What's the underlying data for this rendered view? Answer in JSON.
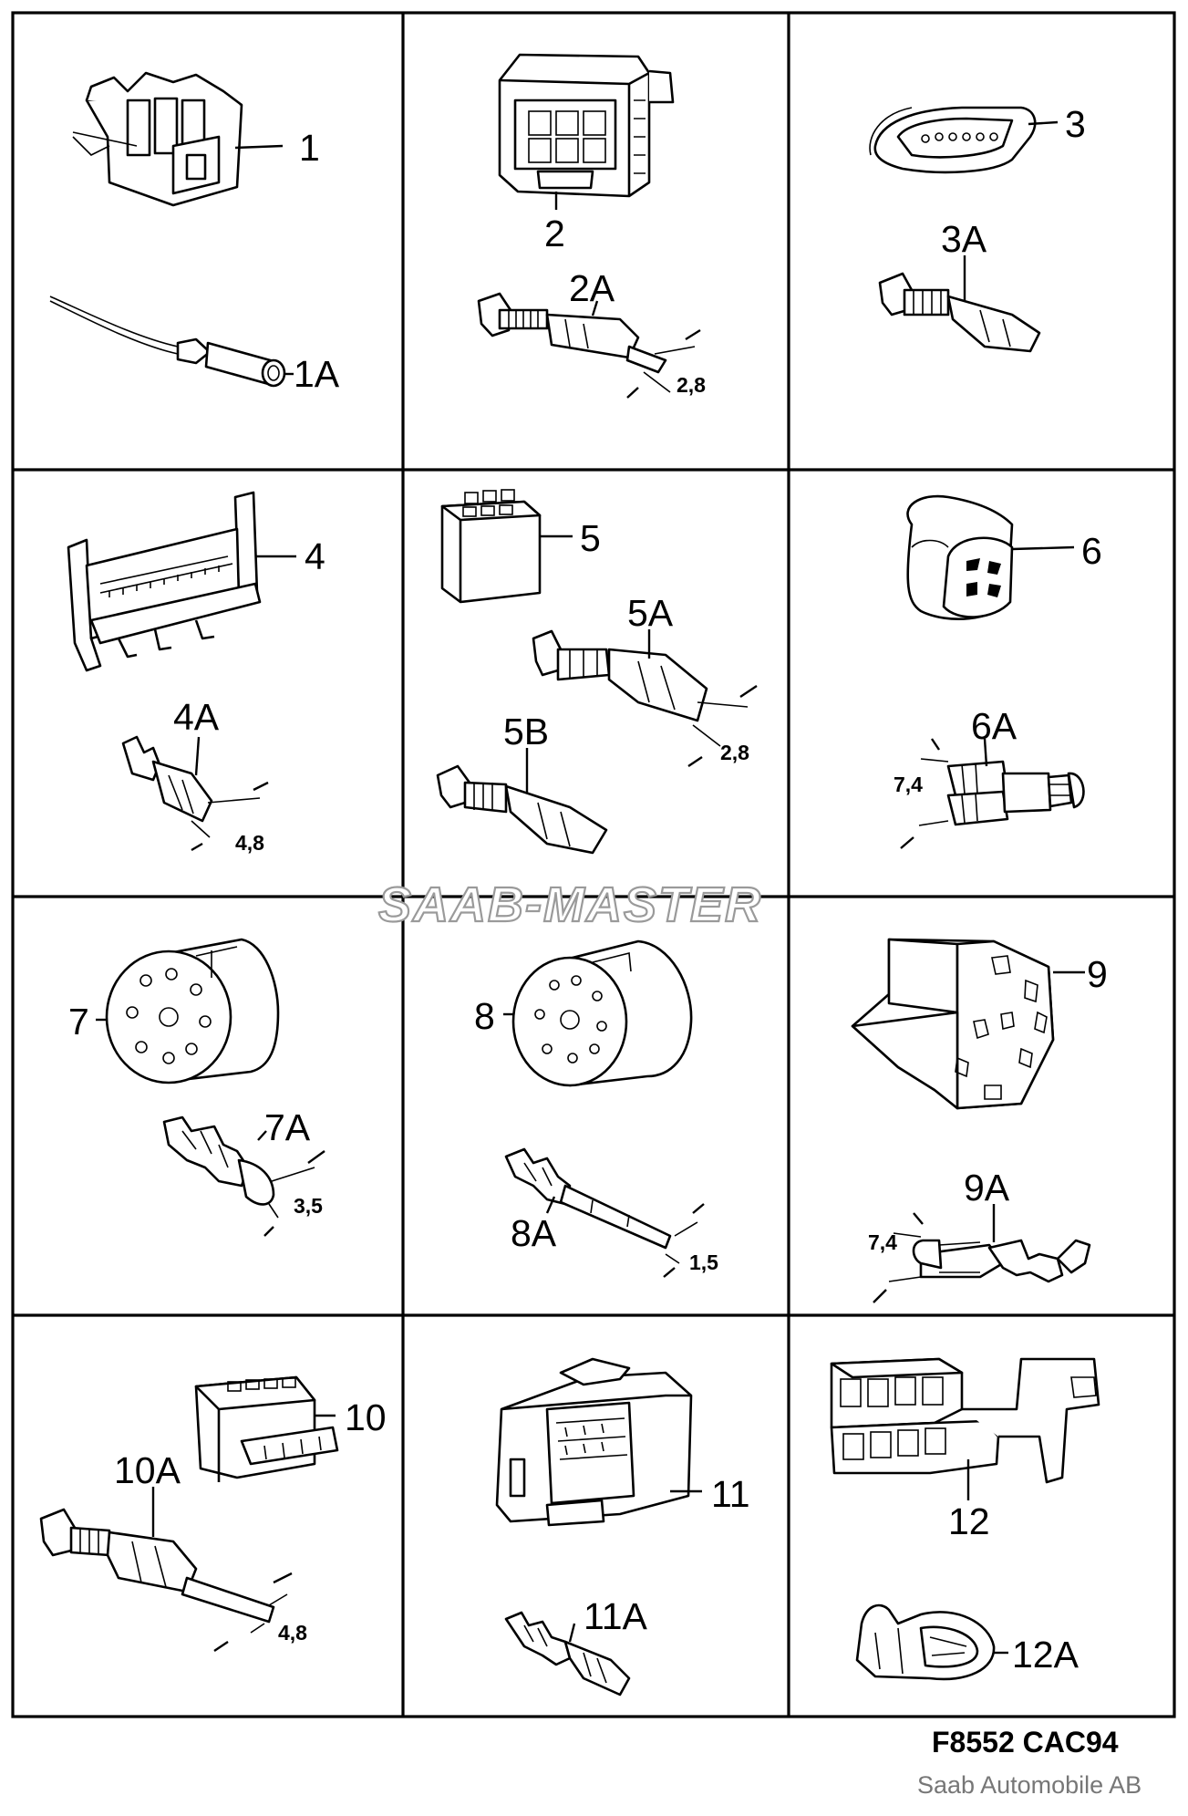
{
  "watermark": "SAAB-MASTER",
  "footer": {
    "code": "F8552  CAC94",
    "copyright": "Saab Automobile AB"
  },
  "labels": {
    "p1": "1",
    "p1a": "1A",
    "p2": "2",
    "p2a": "2A",
    "p2dim": "2,8",
    "p3": "3",
    "p3a": "3A",
    "p4": "4",
    "p4a": "4A",
    "p4dim": "4,8",
    "p5": "5",
    "p5a": "5A",
    "p5b": "5B",
    "p5dim": "2,8",
    "p6": "6",
    "p6a": "6A",
    "p6dim": "7,4",
    "p7": "7",
    "p7a": "7A",
    "p7dim": "3,5",
    "p8": "8",
    "p8a": "8A",
    "p8dim": "1,5",
    "p9": "9",
    "p9a": "9A",
    "p9dim": "7,4",
    "p10": "10",
    "p10a": "10A",
    "p10dim": "4,8",
    "p11": "11",
    "p11a": "11A",
    "p12": "12",
    "p12a": "12A"
  }
}
